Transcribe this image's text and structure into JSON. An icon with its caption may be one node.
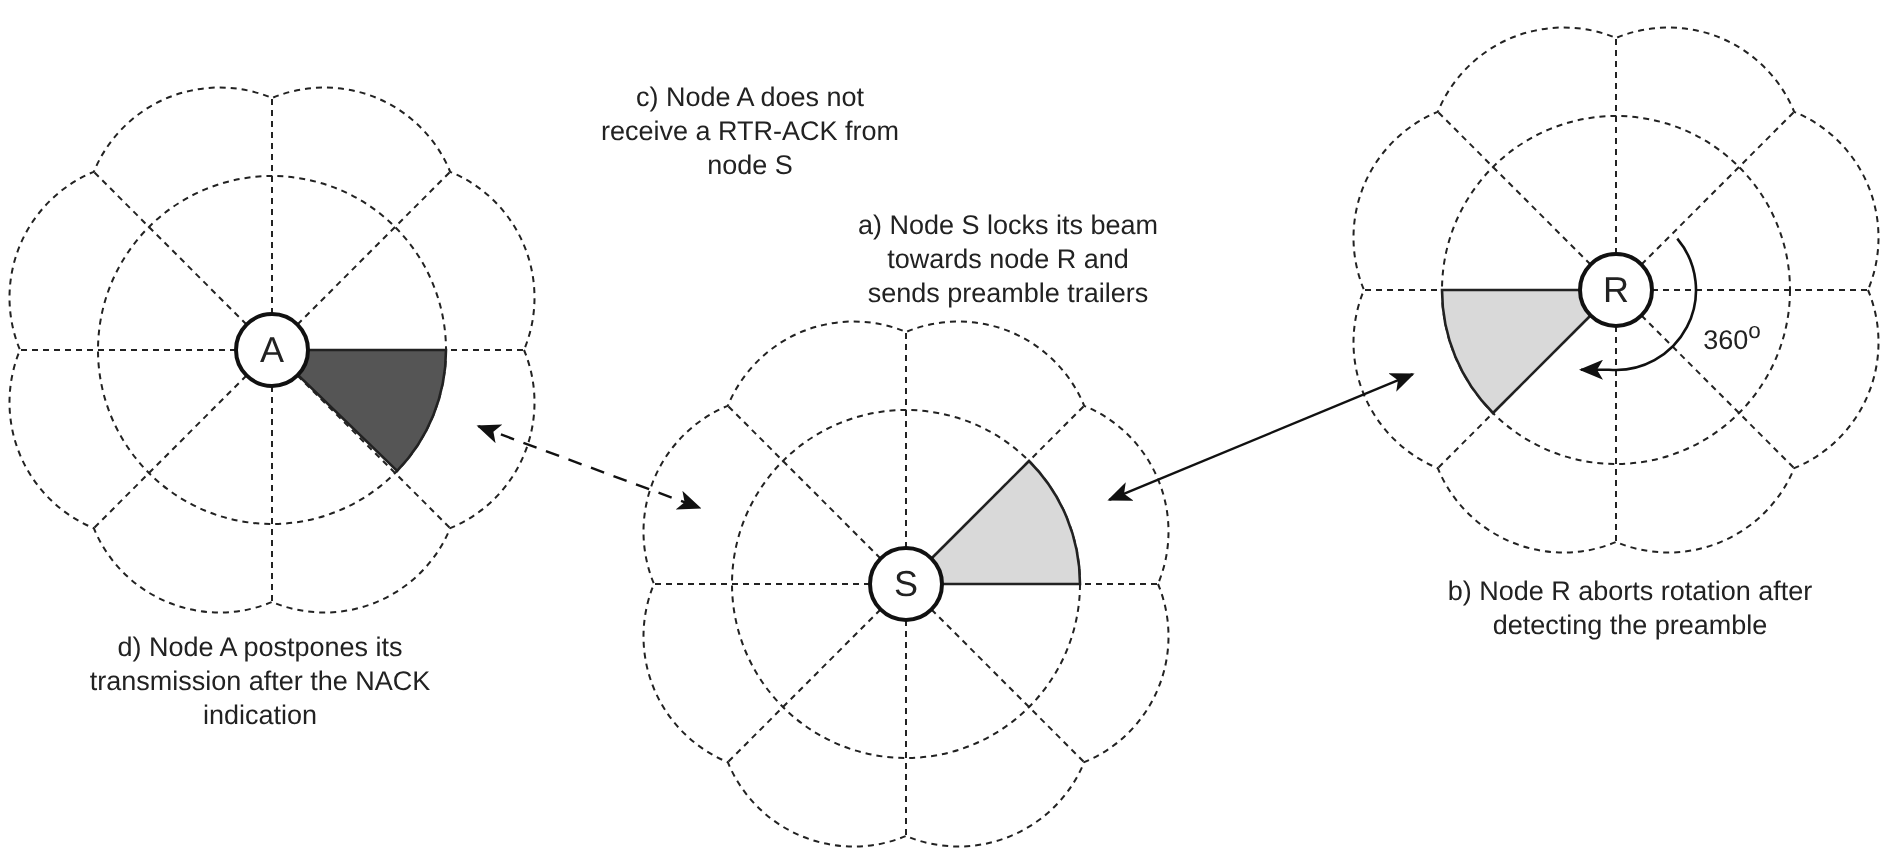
{
  "diagram": {
    "nodes": [
      {
        "text": [],
        "shape": "picture"
      },
      {
        "text": [
          "A"
        ],
        "in": 0
      },
      {
        "text": [],
        "shape": "picture"
      },
      {
        "text": [
          "S"
        ],
        "in": 2
      },
      {
        "text": [],
        "shape": "picture"
      },
      {
        "text": [
          "R"
        ],
        "in": 4
      }
    ],
    "edges": [
      {
        "from": 0,
        "to": 2,
        "arrow": "both",
        "style": "dashed"
      },
      {
        "from": 2,
        "to": 4,
        "arrow": "both"
      }
    ],
    "labels": [
      "c) Node A does not receive a RTR-ACK from node S",
      "a) Node S locks its beam towards node R and sends preamble trailers",
      "360$^{o}$",
      "b) Node R aborts rotation after detecting the preamble",
      "d) Node A postpones its transmission after the NACK indication"
    ]
  }
}
